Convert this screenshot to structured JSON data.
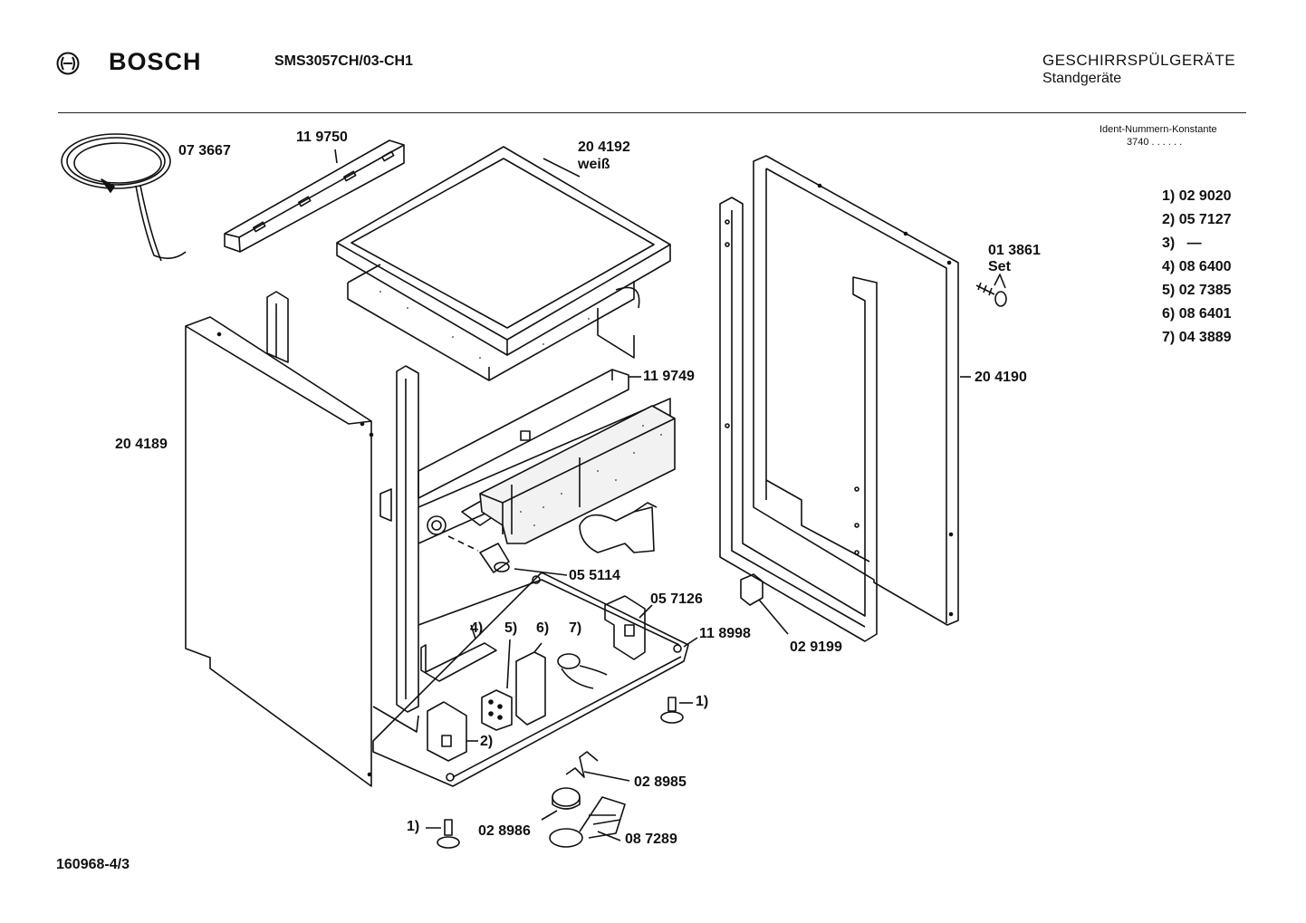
{
  "header": {
    "brand": "BOSCH",
    "model": "SMS3057CH/03-CH1",
    "category": "GESCHIRRSPÜLGERÄTE",
    "subcategory": "Standgeräte"
  },
  "ident": {
    "title": "Ident-Nummern-Konstante",
    "value": "3740  . .   . . . ."
  },
  "legend": [
    {
      "key": "1)",
      "value": "02 9020"
    },
    {
      "key": "2)",
      "value": "05 7127"
    },
    {
      "key": "3)",
      "value": "—"
    },
    {
      "key": "4)",
      "value": "08 6400"
    },
    {
      "key": "5)",
      "value": "02 7385"
    },
    {
      "key": "6)",
      "value": "08 6401"
    },
    {
      "key": "7)",
      "value": "04 3889"
    }
  ],
  "parts": {
    "cable": "07 3667",
    "rail": "11 9750",
    "worktop": "20 4192",
    "worktop_note": "weiß",
    "right_panel": "20 4190",
    "screw_set": "01 3861",
    "screw_set_note": "Set",
    "left_panel": "20 4189",
    "crossbar": "11 9749",
    "capacitor": "05 5114",
    "bracket": "05 7126",
    "base": "11 8998",
    "switch": "02 9199",
    "float": "02 8985",
    "float_cap": "02 8986",
    "drain": "08 7289",
    "foot_ref_right": "1)",
    "foot_ref_left": "1)",
    "bracket_ref": "2)",
    "ref4": "4)",
    "ref5": "5)",
    "ref6": "6)",
    "ref7": "7)"
  },
  "footer": {
    "doc_number": "160968-4/3"
  }
}
